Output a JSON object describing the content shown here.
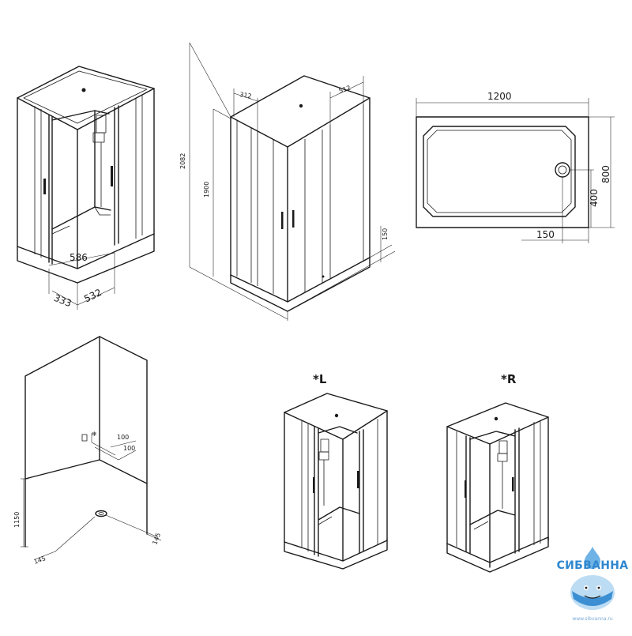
{
  "views": {
    "cabin_a": {
      "dim_a": "586",
      "dim_b": "333",
      "dim_c": "532"
    },
    "cabin_b": {
      "dim_height_total": "2082",
      "dim_height_inner": "1900",
      "dim_base": "150",
      "dim_top_left": "312",
      "dim_top_right": "512"
    },
    "tray": {
      "dim_width": "1200",
      "dim_depth": "800",
      "dim_half": "400",
      "dim_drain": "150"
    },
    "wall": {
      "dim_pipe_a": "100",
      "dim_pipe_b": "100",
      "dim_height": "1150",
      "dim_left": "145",
      "dim_right": "145"
    },
    "variants": {
      "left_label": "*L",
      "right_label": "*R"
    }
  },
  "brand": {
    "name": "СИБВАННА",
    "url": "www.sibvanna.ru",
    "color": "#2f87cf"
  }
}
